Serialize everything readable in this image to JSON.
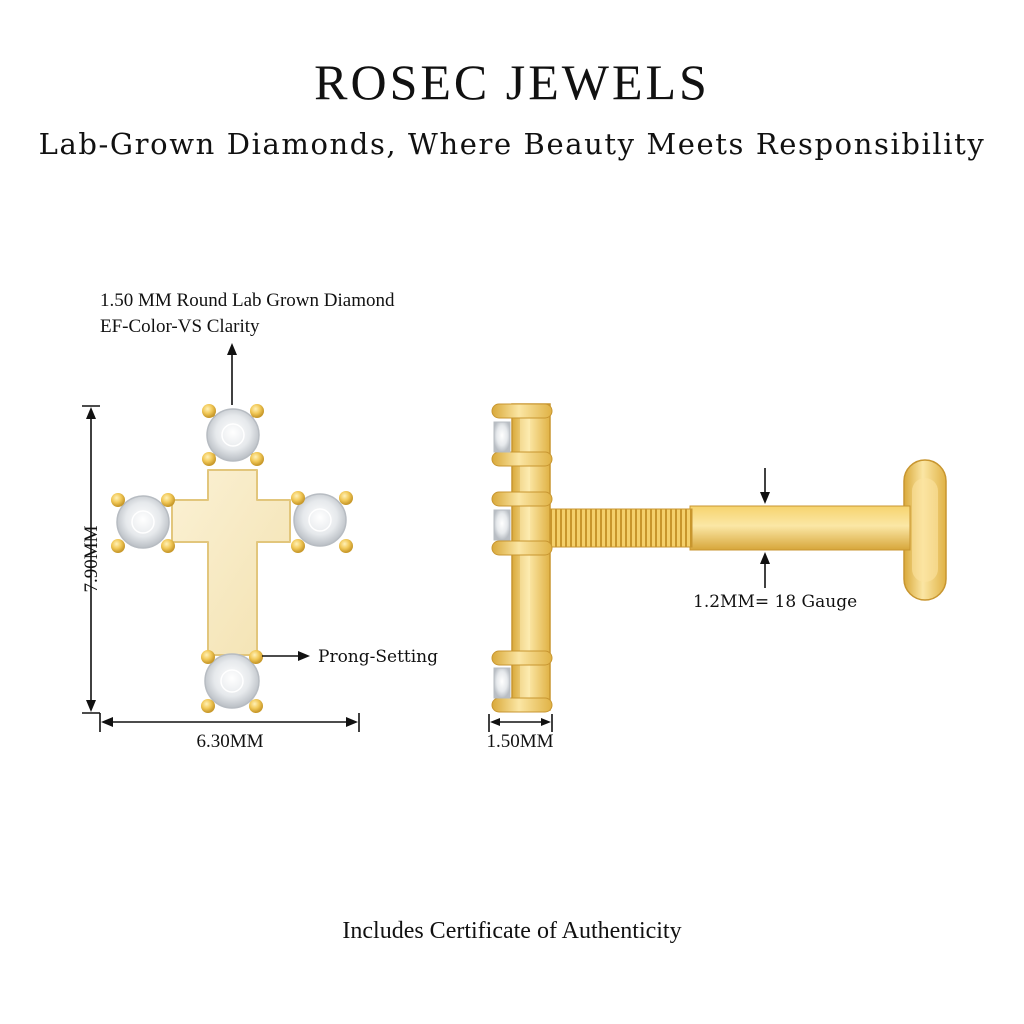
{
  "header": {
    "brand": "ROSEC JEWELS",
    "tagline": "Lab-Grown Diamonds, Where Beauty Meets Responsibility"
  },
  "front_view": {
    "diamond_label_line1": "1.50 MM Round Lab Grown Diamond",
    "diamond_label_line2": "EF-Color-VS Clarity",
    "height_label": "7.90MM",
    "width_label": "6.30MM",
    "setting_label": "Prong-Setting"
  },
  "side_view": {
    "gauge_label": "1.2MM= 18 Gauge",
    "depth_label": "1.50MM"
  },
  "footer": {
    "text": "Includes Certificate of Authenticity"
  },
  "colors": {
    "gold": "#f3cd63",
    "gold_dark": "#d9a93a",
    "gold_light": "#fbe6a4",
    "plate": "#f8ebc6",
    "diamond": "#eef0f2",
    "ink": "#111111"
  }
}
